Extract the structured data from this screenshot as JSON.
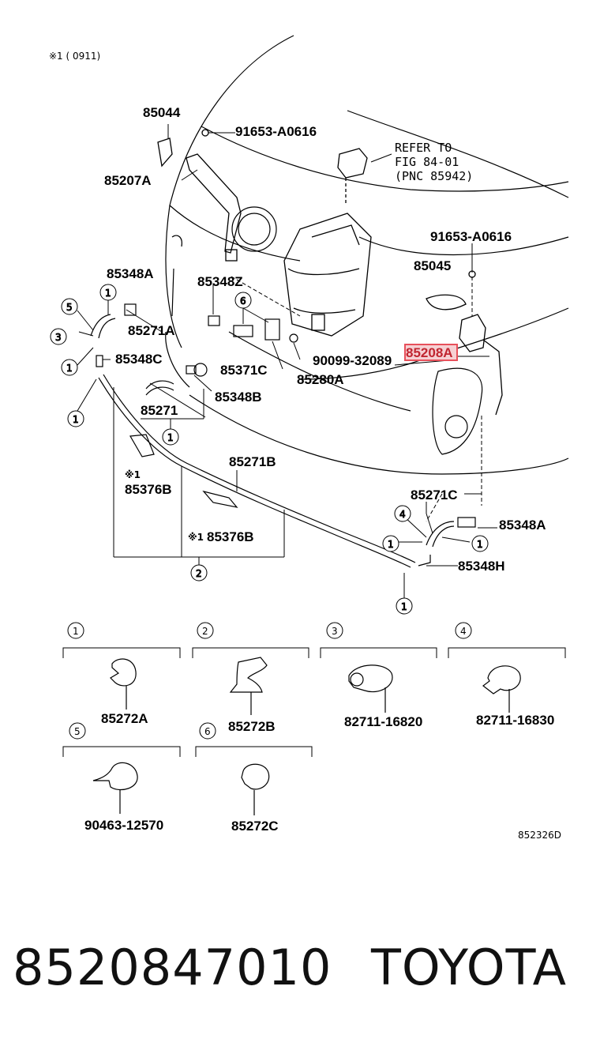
{
  "header_note": "※1 (      0911)",
  "refer": {
    "line1": "REFER TO",
    "line2": "FIG 84-01",
    "line3": "(PNC 85942)"
  },
  "labels": {
    "p85044": "85044",
    "p91653a": "91653-A0616",
    "p85207A": "85207A",
    "p91653b": "91653-A0616",
    "p85045": "85045",
    "p85208A": "85208A",
    "p85348A_left": "85348A",
    "p85348Z": "85348Z",
    "p85271A": "85271A",
    "p85348C": "85348C",
    "p85371C": "85371C",
    "p90099": "90099-32089",
    "p85280A": "85280A",
    "p85348B": "85348B",
    "p85271": "85271",
    "p85271B": "85271B",
    "p85376B_a": "85376B",
    "p85376B_b": "85376B",
    "mark_a": "※1",
    "mark_b": "※1",
    "p85271C": "85271C",
    "p85348A_right": "85348A",
    "p85348H": "85348H"
  },
  "callouts": [
    "1",
    "2",
    "3",
    "4",
    "5",
    "6"
  ],
  "legend": [
    {
      "num": "1",
      "part": "85272A"
    },
    {
      "num": "2",
      "part": "85272B"
    },
    {
      "num": "3",
      "part": "82711-16820"
    },
    {
      "num": "4",
      "part": "82711-16830"
    },
    {
      "num": "5",
      "part": "90463-12570"
    },
    {
      "num": "6",
      "part": "85272C"
    }
  ],
  "diagram_id": "852326D",
  "highlight_color": "#e8505b",
  "footer": {
    "part_number": "8520847010",
    "brand": "TOYOTA"
  }
}
